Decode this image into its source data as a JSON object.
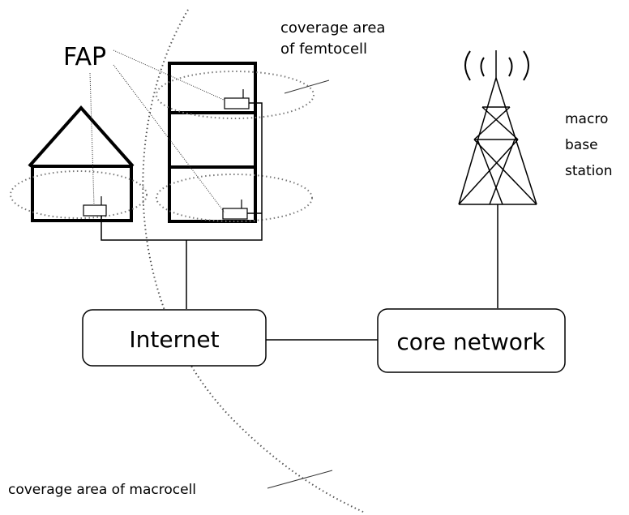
{
  "labels": {
    "fap": "FAP",
    "femtocell_coverage_line1": "coverage area",
    "femtocell_coverage_line2": "of femtocell",
    "macro_line1": "macro",
    "macro_line2": "base",
    "macro_line3": "station",
    "internet": "Internet",
    "core_network": "core network",
    "macrocell_coverage": "coverage area of macrocell"
  }
}
